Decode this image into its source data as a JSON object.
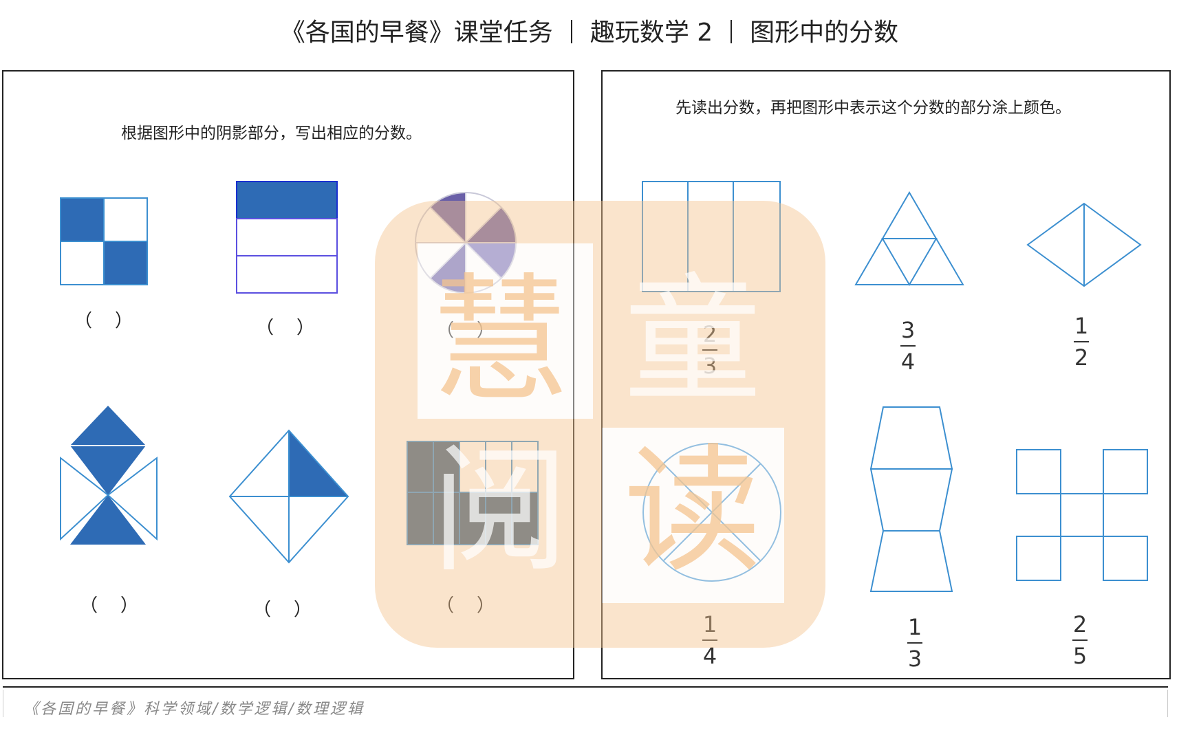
{
  "header": {
    "title_part1": "《各国的早餐》课堂任务",
    "title_part2": "趣玩数学 2",
    "title_part3": "图形中的分数"
  },
  "left_panel": {
    "instruction": "根据图形中的阴影部分，写出相应的分数。",
    "answer_blanks": [
      "（    ）",
      "（    ）",
      "（    ）",
      "（    ）",
      "（    ）",
      "（    ）"
    ]
  },
  "right_panel": {
    "instruction": "先读出分数，再把图形中表示这个分数的部分涂上颜色。",
    "fractions": [
      {
        "numerator": "2",
        "denominator": "3"
      },
      {
        "numerator": "3",
        "denominator": "4"
      },
      {
        "numerator": "1",
        "denominator": "2"
      },
      {
        "numerator": "1",
        "denominator": "4"
      },
      {
        "numerator": "1",
        "denominator": "3"
      },
      {
        "numerator": "2",
        "denominator": "5"
      }
    ]
  },
  "watermark": {
    "chars": [
      "慧",
      "童",
      "阅",
      "读"
    ]
  },
  "footer": {
    "text": "《各国的早餐》科学领域/数学逻辑/数理逻辑"
  },
  "colors": {
    "shade_blue": "#2e6bb5",
    "outline_blue": "#3c8fd0",
    "purple_shade": "#6a60a8",
    "slate_shade": "#3c5f80",
    "watermark_orange": "#f4c48f"
  }
}
